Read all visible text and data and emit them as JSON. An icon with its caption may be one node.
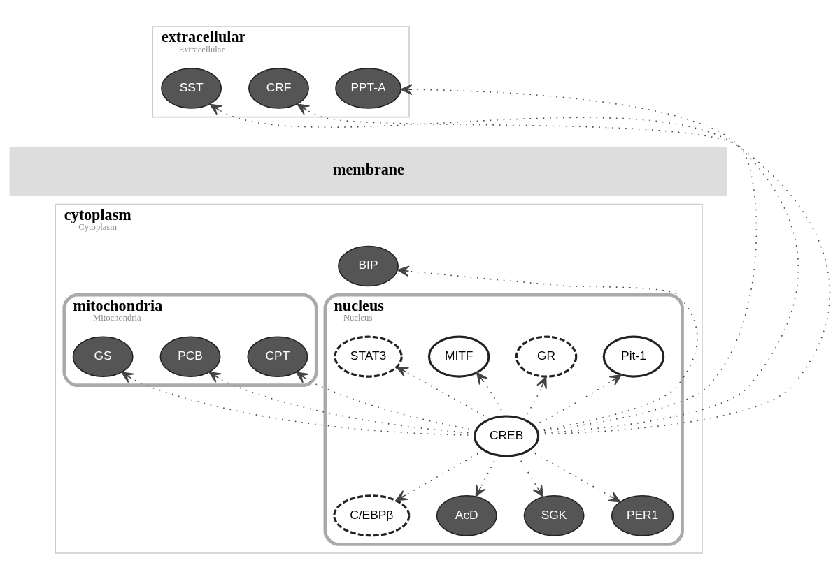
{
  "diagram": {
    "nodes": [
      {
        "text": [
          "extracellular",
          "Extracellular"
        ]
      },
      {
        "text": [
          "PPT-A"
        ],
        "in": 0
      },
      {
        "text": [
          "CRF"
        ],
        "in": 0
      },
      {
        "text": [
          "SST"
        ],
        "in": 0
      },
      {
        "text": [
          "membrane"
        ]
      },
      {
        "text": [
          "cytoplasm",
          "Cytoplasm"
        ]
      },
      {
        "text": [
          "BIP"
        ],
        "in": 5
      },
      {
        "text": [
          "mitochondria",
          "Mitochondria"
        ],
        "in": 5
      },
      {
        "text": [
          "CPT"
        ],
        "in": 7
      },
      {
        "text": [
          "PCB"
        ],
        "in": 7
      },
      {
        "text": [
          "GS"
        ],
        "in": 7
      },
      {
        "text": [
          "nucleus",
          "Nucleus"
        ],
        "in": 5
      },
      {
        "text": [
          "Pit-1"
        ],
        "in": 11
      },
      {
        "text": [
          "GR"
        ],
        "in": 11
      },
      {
        "text": [
          "MITF"
        ],
        "in": 11
      },
      {
        "text": [
          "STAT3"
        ],
        "in": 11
      },
      {
        "text": [
          "CREB"
        ],
        "in": 11
      },
      {
        "text": [
          "C/EBPβ"
        ],
        "in": 11
      },
      {
        "text": [
          "AcD"
        ],
        "in": 11
      },
      {
        "text": [
          "SGK"
        ],
        "in": 11
      },
      {
        "text": [
          "PER1"
        ],
        "in": 11
      }
    ],
    "edges": [
      {
        "from": 16,
        "to": 1,
        "arrow": "to"
      },
      {
        "from": 16,
        "to": 2,
        "arrow": "to"
      },
      {
        "from": 16,
        "to": 3,
        "arrow": "to"
      },
      {
        "from": 16,
        "to": 6,
        "arrow": "to"
      },
      {
        "from": 16,
        "to": 8,
        "arrow": "to"
      },
      {
        "from": 16,
        "to": 9,
        "arrow": "to"
      },
      {
        "from": 16,
        "to": 10,
        "arrow": "to"
      },
      {
        "from": 16,
        "to": 12,
        "arrow": "to"
      },
      {
        "from": 16,
        "to": 13,
        "arrow": "to"
      },
      {
        "from": 16,
        "to": 14,
        "arrow": "to"
      },
      {
        "from": 16,
        "to": 15,
        "arrow": "to"
      },
      {
        "from": 16,
        "to": 17,
        "arrow": "to"
      },
      {
        "from": 16,
        "to": 18,
        "arrow": "to"
      },
      {
        "from": 16,
        "to": 19,
        "arrow": "to"
      },
      {
        "from": 16,
        "to": 20,
        "arrow": "to"
      }
    ]
  }
}
